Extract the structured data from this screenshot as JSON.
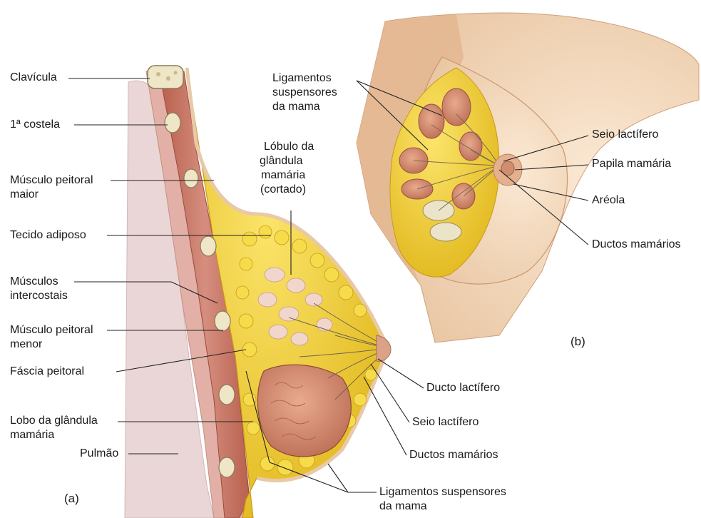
{
  "panels": {
    "a": {
      "tag": "(a)",
      "labels": {
        "clavicula": "Clavícula",
        "costela": "1ª costela",
        "peitoral_maior_1": "Músculo peitoral",
        "peitoral_maior_2": "maior",
        "tecido_adiposo": "Tecido adiposo",
        "intercostais_1": "Músculos",
        "intercostais_2": "intercostais",
        "peitoral_menor_1": "Músculo peitoral",
        "peitoral_menor_2": "menor",
        "fascia": "Fáscia peitoral",
        "lobo_1": "Lobo da glândula",
        "lobo_2": "mamária",
        "pulmao": "Pulmão",
        "lobulo_1": "Lóbulo da",
        "lobulo_2": "glândula",
        "lobulo_3": "mamária",
        "lobulo_4": "(cortado)",
        "ducto_lactifero": "Ducto lactífero",
        "seio_lactifero": "Seio lactífero",
        "ductos_mamarios": "Ductos mamários",
        "ligamentos_1": "Ligamentos suspensores",
        "ligamentos_2": "da mama"
      }
    },
    "b": {
      "tag": "(b)",
      "labels": {
        "ligamentos_1": "Ligamentos",
        "ligamentos_2": "suspensores",
        "ligamentos_3": "da mama",
        "seio_lactifero": "Seio lactífero",
        "papila": "Papila mamária",
        "areola": "Aréola",
        "ductos_mamarios": "Ductos mamários"
      }
    }
  },
  "colors": {
    "skin": "#f3dcc0",
    "skin_shadow": "#e6c3a0",
    "fat": "#f2d23a",
    "fat_dark": "#d9b21f",
    "gland": "#d8957a",
    "gland_dark": "#b5684e",
    "muscle": "#c9786a",
    "muscle_dark": "#a85548",
    "rib": "#efe6c8",
    "lung": "#ead6d6",
    "leader": "#222222"
  }
}
